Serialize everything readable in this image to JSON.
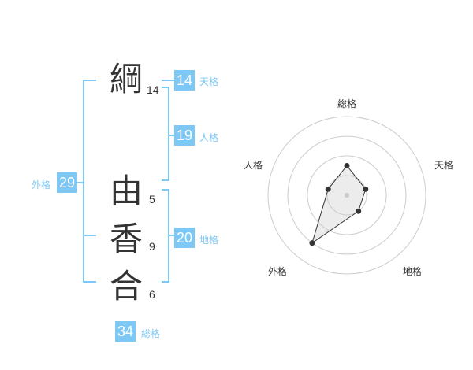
{
  "name_chars": [
    {
      "char": "綱",
      "strokes": "14"
    },
    {
      "char": "由",
      "strokes": "5"
    },
    {
      "char": "香",
      "strokes": "9"
    },
    {
      "char": "合",
      "strokes": "6"
    }
  ],
  "kakusu": {
    "tenkaku": {
      "value": "14",
      "label": "天格"
    },
    "jinkaku": {
      "value": "19",
      "label": "人格"
    },
    "chikaku": {
      "value": "20",
      "label": "地格"
    },
    "gaikaku": {
      "value": "29",
      "label": "外格"
    },
    "soukaku": {
      "value": "34",
      "label": "総格"
    }
  },
  "colors": {
    "accent": "#7ec8f5",
    "text": "#333333",
    "ring": "#cccccc"
  },
  "chart_data": {
    "type": "radar",
    "axes": [
      "総格",
      "天格",
      "地格",
      "外格",
      "人格"
    ],
    "max": 4,
    "levels": 4,
    "values": [
      1.5,
      1.0,
      1.0,
      3.0,
      1.0
    ]
  }
}
